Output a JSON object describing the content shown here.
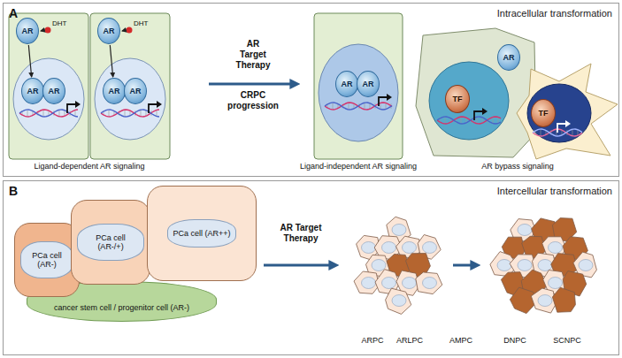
{
  "diagram": {
    "nodes": [
      {
        "text": [
          "A",
          "Intracellular transformation"
        ]
      },
      {
        "text": [
          "AR"
        ],
        "in": 0
      },
      {
        "text": [
          "AR"
        ],
        "in": 0
      },
      {
        "text": [
          "AR"
        ],
        "in": 0
      },
      {
        "text": [
          "AR"
        ],
        "in": 0
      },
      {
        "text": [
          "AR"
        ],
        "in": 0
      },
      {
        "text": [
          "AR"
        ],
        "in": 0
      },
      {
        "text": [
          "AR"
        ],
        "in": 0
      },
      {
        "text": [
          "AR"
        ],
        "in": 0
      },
      {
        "text": [
          "TF"
        ],
        "in": 0
      },
      {
        "text": [
          "AR"
        ],
        "in": 0
      },
      {
        "text": [
          "TF"
        ],
        "in": 0
      },
      {
        "text": [
          "B",
          "Intercellular transformation"
        ]
      },
      {
        "text": [
          "PCa cell (AR-)"
        ],
        "in": 12
      },
      {
        "text": [
          "PCa cell (AR-/+)"
        ],
        "in": 12
      },
      {
        "text": [
          "PCa cell (AR++)"
        ],
        "in": 12
      },
      {
        "text": [
          "cancer stem cell / progenitor cell (AR-)"
        ],
        "in": 12
      }
    ],
    "edges": [
      {
        "from": 1,
        "to": 2,
        "arrow": "to"
      },
      {
        "from": 4,
        "to": 5,
        "arrow": "to"
      }
    ],
    "labels": [
      "DHT",
      "DHT",
      "Ligand-dependent AR signaling",
      "AR Target Therapy",
      "CRPC progression",
      "Ligand-independent AR signaling",
      "AR bypass signaling",
      "AR Target Therapy",
      "ARPC",
      "ARLPC",
      "AMPC",
      "DNPC",
      "SCNPC"
    ]
  }
}
